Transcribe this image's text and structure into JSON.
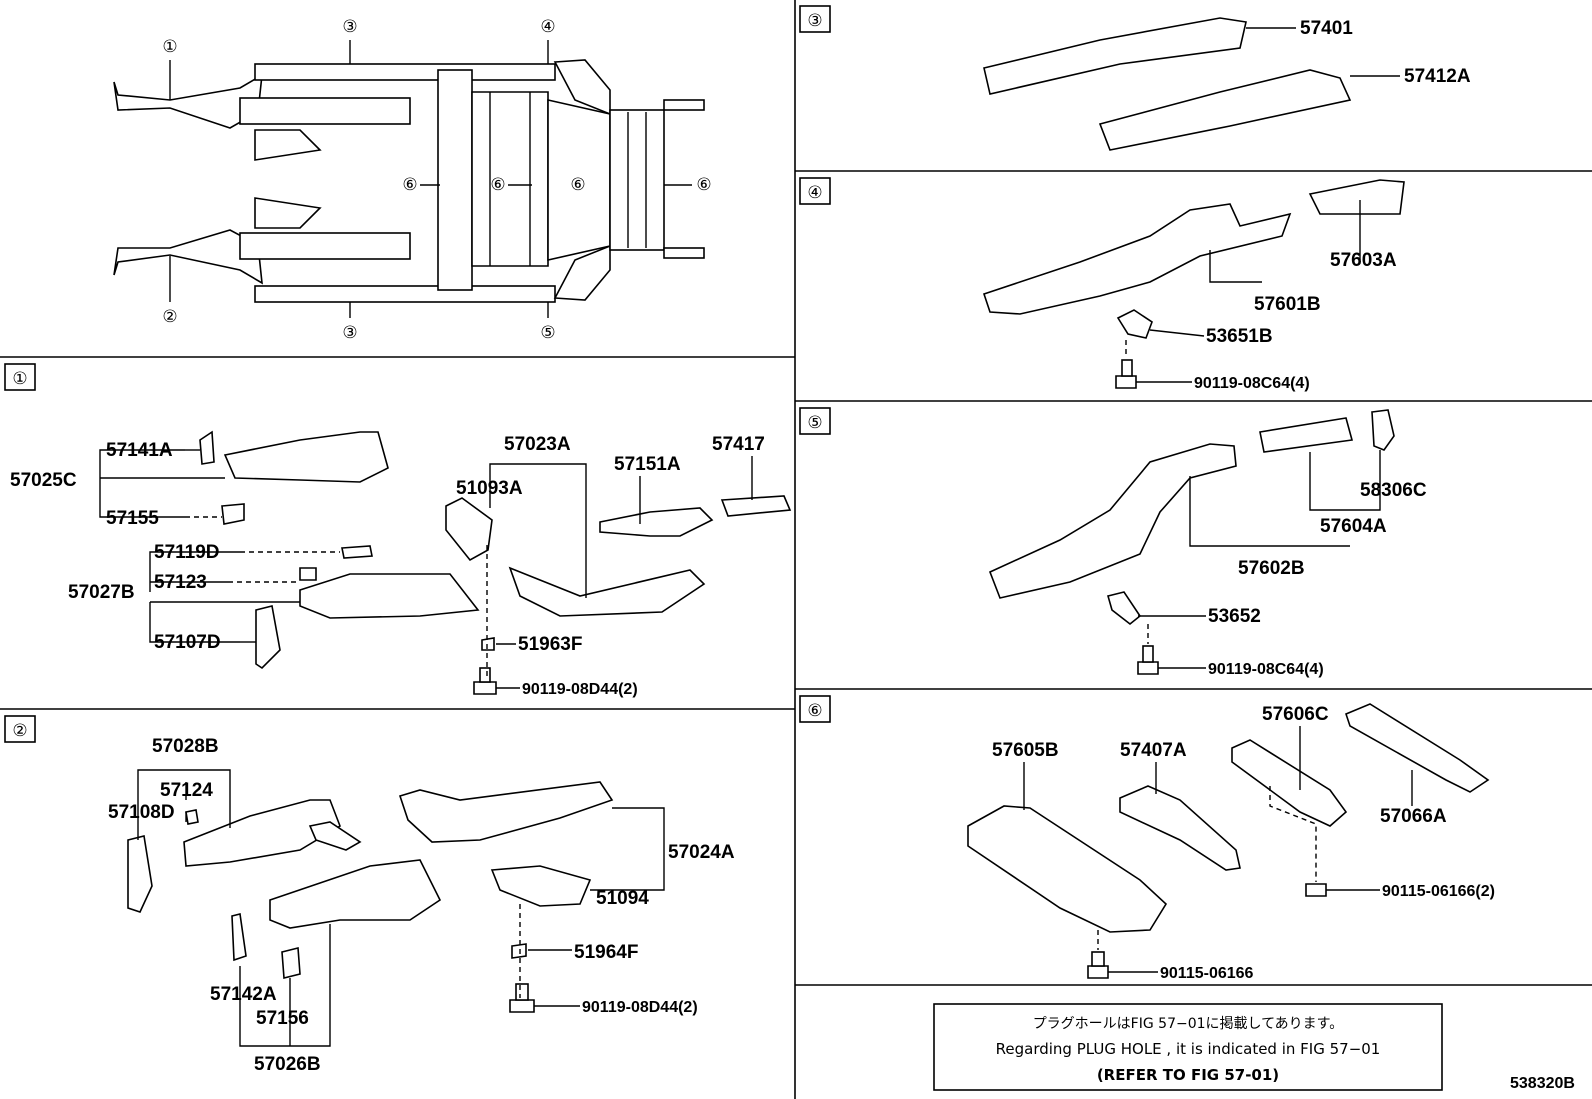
{
  "diagram_ref": "538320B",
  "overview": {
    "callouts": [
      "①",
      "②",
      "③",
      "③",
      "④",
      "⑤",
      "⑥",
      "⑥",
      "⑥",
      "⑥"
    ]
  },
  "sections": {
    "s1": {
      "tag": "①",
      "labels": [
        "57025C",
        "57141A",
        "57155",
        "57027B",
        "57119D",
        "57123",
        "57107D",
        "57023A",
        "51093A",
        "57151A",
        "57417",
        "51963F",
        "90119-08D44(2)"
      ]
    },
    "s2": {
      "tag": "②",
      "labels": [
        "57028B",
        "57124",
        "57108D",
        "57142A",
        "57156",
        "57026B",
        "57024A",
        "51094",
        "51964F",
        "90119-08D44(2)"
      ]
    },
    "s3": {
      "tag": "③",
      "labels": [
        "57401",
        "57412A"
      ]
    },
    "s4": {
      "tag": "④",
      "labels": [
        "57603A",
        "57601B",
        "53651B",
        "90119-08C64(4)"
      ]
    },
    "s5": {
      "tag": "⑤",
      "labels": [
        "58306C",
        "57604A",
        "57602B",
        "53652",
        "90119-08C64(4)"
      ]
    },
    "s6": {
      "tag": "⑥",
      "labels": [
        "57606C",
        "57605B",
        "57407A",
        "57066A",
        "90115-06166(2)",
        "90115-06166"
      ]
    }
  },
  "note": {
    "line1": "プラグホールはFIG 57−01に掲載してあります。",
    "line2": "Regarding PLUG HOLE , it is indicated in FIG 57−01",
    "line3": "(REFER TO FIG 57-01)"
  }
}
